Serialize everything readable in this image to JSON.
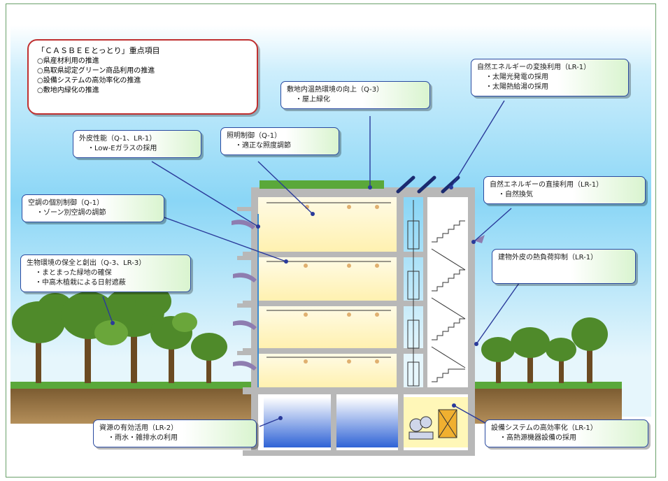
{
  "key_items": {
    "title": "「ＣＡＳＢＥＥとっとり」重点項目",
    "items": [
      "○県産材利用の推進",
      "○鳥取県認定グリーン商品利用の推進",
      "○設備システムの高効率化の推進",
      "○敷地内緑化の推進"
    ]
  },
  "callouts": {
    "envelope": {
      "title": "外皮性能（Q-1、LR-1）",
      "items": [
        "・Low-Eガラスの採用"
      ]
    },
    "lighting": {
      "title": "照明制御（Q-1）",
      "items": [
        "・適正な照度調節"
      ]
    },
    "thermal": {
      "title": "敷地内温熱環境の向上（Q-3）",
      "items": [
        "・屋上緑化"
      ]
    },
    "natural_conversion": {
      "title": "自然エネルギーの変換利用（LR-1）",
      "items": [
        "・太陽光発電の採用",
        "・太陽熱給湯の採用"
      ]
    },
    "hvac": {
      "title": "空調の個別制御（Q-1）",
      "items": [
        "・ゾーン別空調の調節"
      ]
    },
    "natural_direct": {
      "title": "自然エネルギーの直接利用（LR-1）",
      "items": [
        "・自然換気"
      ]
    },
    "heat_load": {
      "title": "建物外皮の熱負荷抑制（LR-1）",
      "items": []
    },
    "biodiversity": {
      "title": "生物環境の保全と創出（Q-3、LR-3）",
      "items": [
        "・まとまった緑地の確保",
        "・中高木植栽による日射遮蔽"
      ]
    },
    "resources": {
      "title": "資源の有効活用（LR-2）",
      "items": [
        "・雨水・雑排水の利用"
      ]
    },
    "equipment": {
      "title": "設備システムの高効率化（LR-1）",
      "items": [
        "・高熱源機器設備の採用"
      ]
    }
  },
  "colors": {
    "sky_top": "#7fd0f5",
    "sky_bottom": "#e8f8ff",
    "ground": "#8a6a3a",
    "grass": "#5aa83a",
    "building": "#b8b8b8",
    "callout_border": "#2a4aa0",
    "key_border": "#c03030",
    "arrow_line": "#2a3a9a",
    "wind": "#8e7db0",
    "water": "#3a6ad8"
  }
}
